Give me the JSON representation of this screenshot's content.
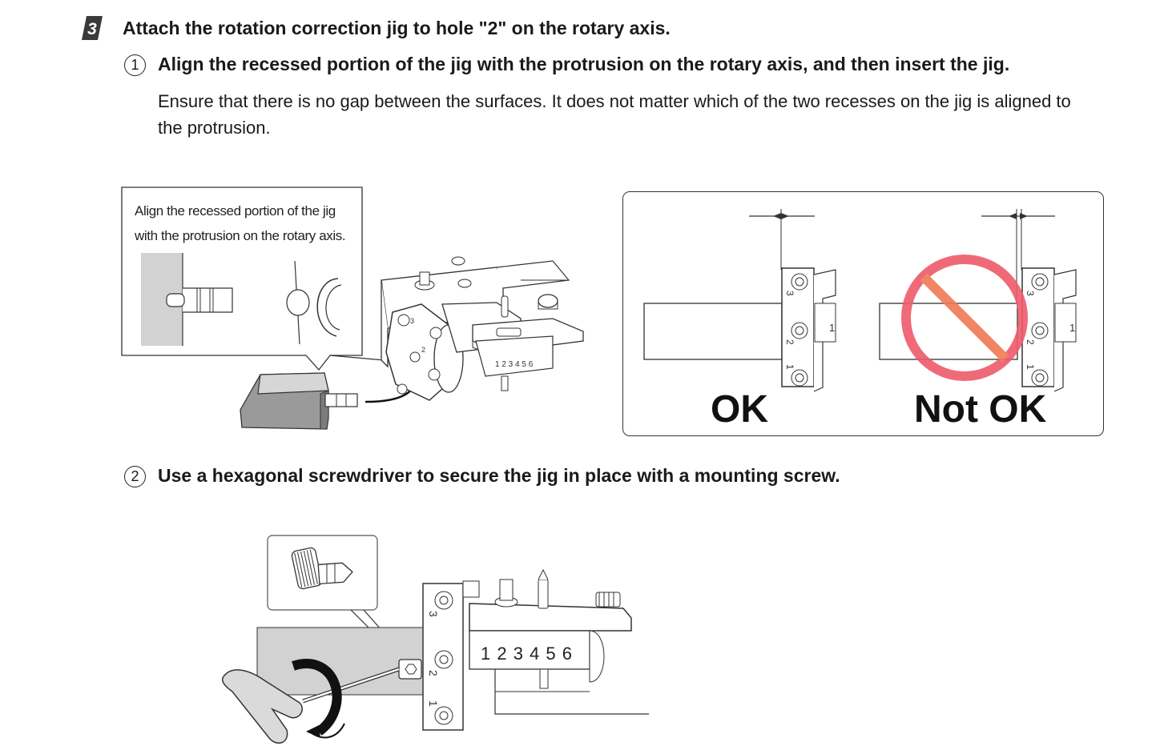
{
  "step": {
    "number": "3",
    "title": "Attach the rotation correction jig to hole \"2\" on the rotary axis."
  },
  "substep1": {
    "number": "1",
    "title": "Align the recessed portion of the jig with the protrusion on the rotary axis, and then insert the jig.",
    "body": "Ensure that there is no gap between the surfaces. It does not matter which of the two recesses on the jig is aligned to the protrusion."
  },
  "figure1": {
    "callout_text": "Align the recessed portion of the jig with the protrusion on the rotary axis.",
    "dial_digits": "1 2 3 4 5 6"
  },
  "comparison": {
    "ok_label": "OK",
    "not_ok_label": "Not OK",
    "hole_numbers": [
      "3",
      "2",
      "1"
    ],
    "prohibition_color": "#ee5a6a"
  },
  "substep2": {
    "number": "2",
    "title": "Use a hexagonal screwdriver to secure the jig in place with a mounting screw."
  },
  "figure2": {
    "hole_numbers": [
      "3",
      "2",
      "1"
    ],
    "scale_digits": "1 2 3 4 5 6"
  }
}
